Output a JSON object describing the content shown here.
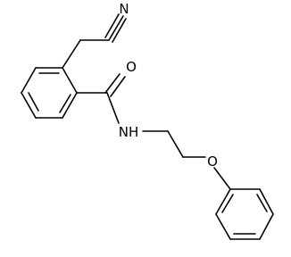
{
  "molecule": {
    "atoms": [
      {
        "id": "N_nitrile",
        "label": "N"
      },
      {
        "id": "O_carbonyl",
        "label": "O"
      },
      {
        "id": "NH_amide",
        "label": "NH"
      },
      {
        "id": "O_ether",
        "label": "O"
      }
    ]
  }
}
